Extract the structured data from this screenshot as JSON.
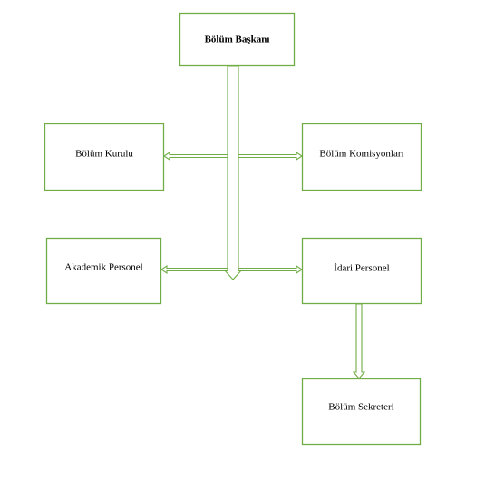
{
  "diagram": {
    "nodes": {
      "head": {
        "label": "Bölüm Başkanı"
      },
      "council": {
        "label": "Bölüm Kurulu"
      },
      "commissions": {
        "label": "Bölüm Komisyonları"
      },
      "academic": {
        "label": "Akademik Personel"
      },
      "admin": {
        "label": "İdari Personel"
      },
      "secretary": {
        "label": "Bölüm Sekreteri"
      }
    },
    "edges": [
      {
        "from": "head",
        "to": "council"
      },
      {
        "from": "head",
        "to": "commissions"
      },
      {
        "from": "head",
        "to": "academic"
      },
      {
        "from": "head",
        "to": "admin"
      },
      {
        "from": "admin",
        "to": "secretary"
      }
    ],
    "colors": {
      "border": "#70ad47",
      "fill": "#ffffff",
      "text": "#000000"
    }
  }
}
